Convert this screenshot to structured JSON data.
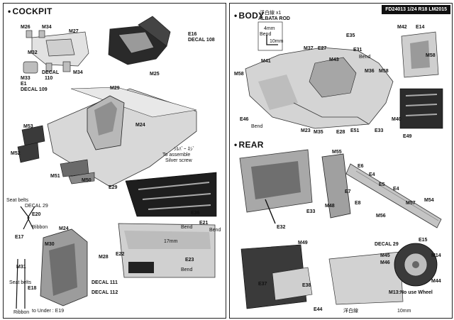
{
  "header": {
    "code": "FD24013 1/24 R18 LM2015"
  },
  "sections": {
    "cockpit": "COCKPIT",
    "body": "BODY",
    "rear": "REAR"
  },
  "rod": {
    "title": "洋白線 x1",
    "name": "ALBATA ROD",
    "len_a": "4mm",
    "bend": "Bend",
    "len_b": "10mm"
  },
  "cockpit": {
    "labels": [
      "M26",
      "M34",
      "M27",
      "M32",
      "M34",
      "M33",
      "E1",
      "DECAL 109",
      "DECAL",
      "110",
      "E16",
      "DECAL 108",
      "M25",
      "M29",
      "M24",
      "M53",
      "M52",
      "M51",
      "M50",
      "E29",
      "M24",
      "M30",
      "M28",
      "M31",
      "E17",
      "E20",
      "DECAL 29",
      "Ribbon",
      "Seat belts",
      "E18",
      "Seat belts",
      "Ribbon",
      "DECAL 111",
      "DECAL 112",
      "to Under : E19",
      "E36",
      "E21",
      "Bend",
      "Bend",
      "E22",
      "E23",
      "Bend",
      "17mm"
    ],
    "notes": {
      "silver_screw_jp": "ｼﾙﾊﾞｰ ﾈｼﾞ",
      "silver_screw": "Silver screw",
      "assemble": "To assemble"
    }
  },
  "body": {
    "labels": [
      "M37",
      "E27",
      "M43",
      "E35",
      "E31",
      "Bend",
      "M36",
      "M58",
      "M41",
      "M58",
      "E46",
      "Bend",
      "M23",
      "M35",
      "E28",
      "E51",
      "E33",
      "M42",
      "E14",
      "M58",
      "M40",
      "E49"
    ]
  },
  "rear": {
    "labels": [
      "M55",
      "E6",
      "E4",
      "E7",
      "E5",
      "E4",
      "E8",
      "M48",
      "M56",
      "M57",
      "M54",
      "E32",
      "E33",
      "M49",
      "E37",
      "E38",
      "E44",
      "DECAL 29",
      "M45",
      "M46",
      "E15",
      "M14",
      "M44",
      "M13:No use Wheel"
    ],
    "notes": {
      "jp_wire": "洋白線",
      "wire_size": "10mm"
    }
  }
}
